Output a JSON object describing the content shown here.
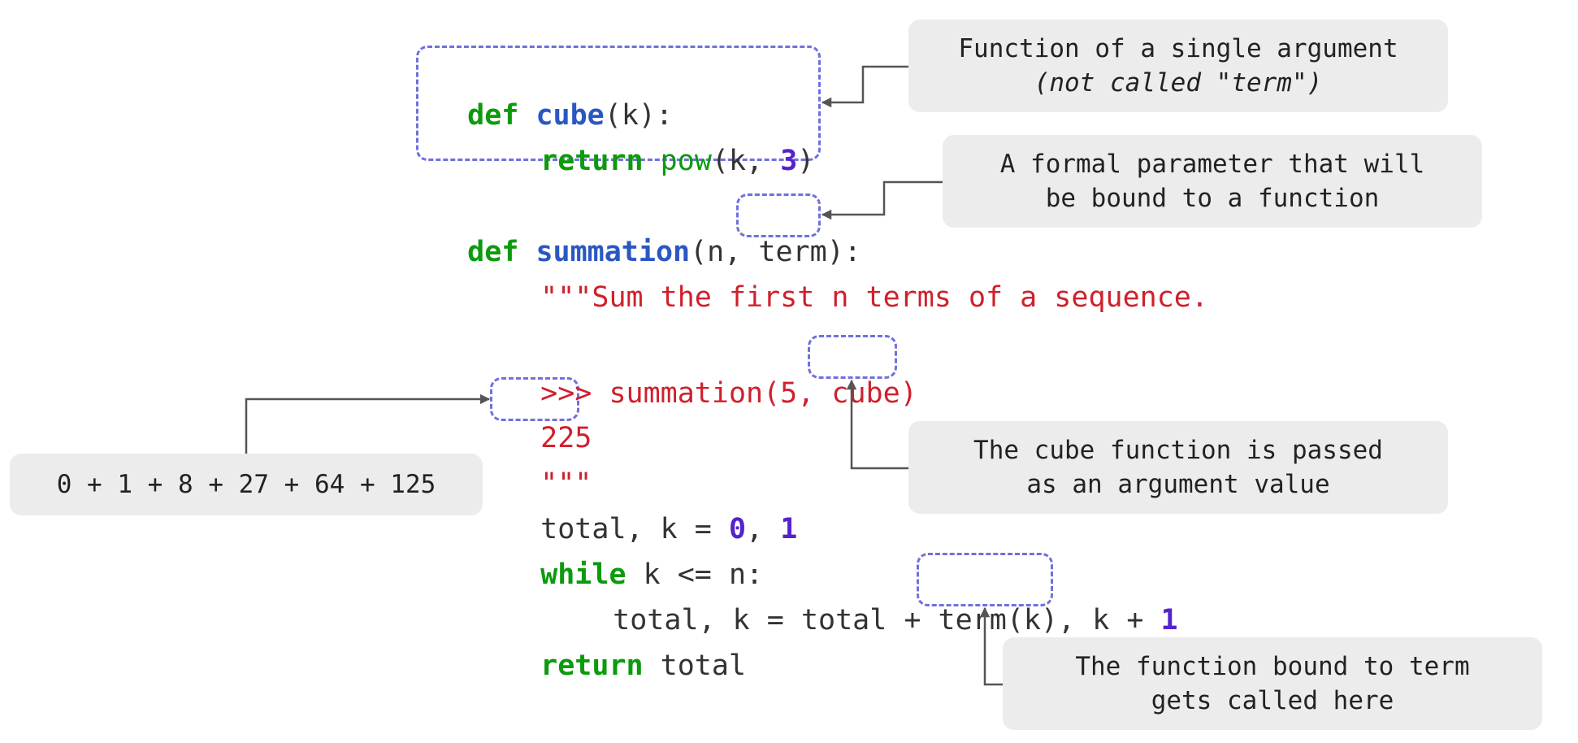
{
  "code": {
    "l1": {
      "kw": "def",
      "name": "cube",
      "rest": "(k):"
    },
    "l2": {
      "kw": "return",
      "fn": "pow",
      "rest": "(k, ",
      "num": "3",
      "end": ")"
    },
    "l3": {
      "kw": "def",
      "name": "summation",
      "p1": "(n, ",
      "p2": "term",
      "p3": "):"
    },
    "l4": {
      "doc": "\"\"\"Sum the first n terms of a sequence."
    },
    "l5": {
      "prompt": ">>> summation(5, ",
      "arg": "cube",
      "end": ")"
    },
    "l6": {
      "result": "225"
    },
    "l7": {
      "doc_end": "\"\"\""
    },
    "l8": {
      "a": "total, k = ",
      "n0": "0",
      "sep": ", ",
      "n1": "1"
    },
    "l9": {
      "kw": "while",
      "rest": " k <= n:"
    },
    "l10": {
      "a": "total, k = total + ",
      "call": "term(k)",
      "b": ", k + ",
      "n1": "1"
    },
    "l11": {
      "kw": "return",
      "rest": " total"
    }
  },
  "callouts": {
    "single_arg": {
      "line1": "Function of a single argument",
      "line2": "(not called \"term\")"
    },
    "formal_param": {
      "line1": "A formal parameter that will",
      "line2": "be bound to a function"
    },
    "cube_passed": {
      "line1": "The cube function is passed",
      "line2": "as an argument value"
    },
    "bound_called": {
      "line1": "The function bound to term",
      "line2": "gets called here"
    },
    "sum_expansion": {
      "text": "0 + 1 + 8 + 27 + 64 + 125"
    }
  },
  "colors": {
    "keyword": "#0d9a0d",
    "function_name": "#2a57c2",
    "number": "#5522cc",
    "string": "#d0202c",
    "dashed_box": "#7070dd",
    "callout_bg": "#ececec",
    "arrow": "#555555"
  }
}
